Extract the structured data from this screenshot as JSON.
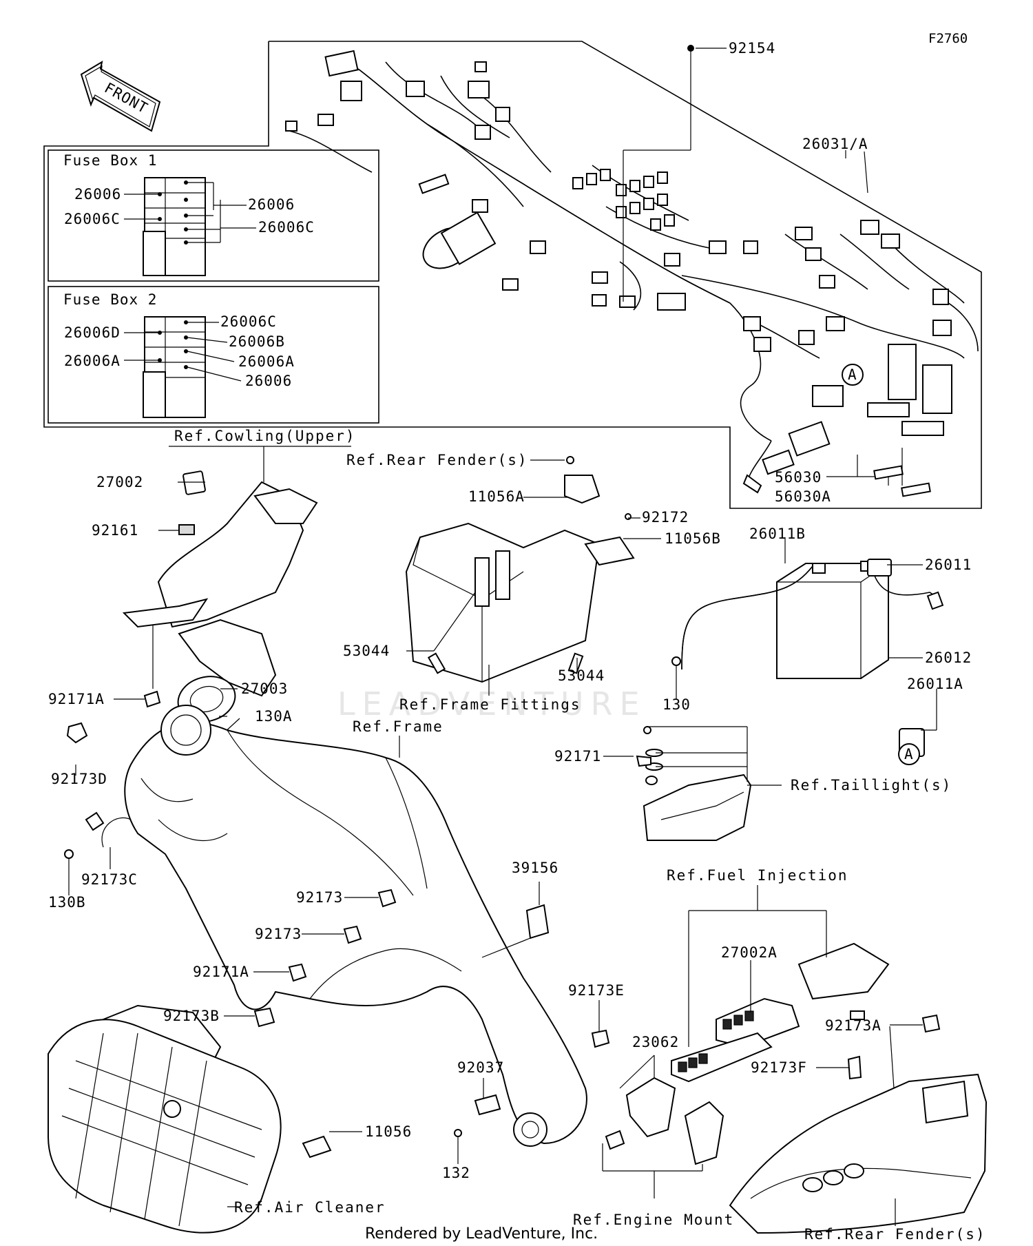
{
  "figure_id": "F2760",
  "front_arrow_label": "FRONT",
  "watermark": "LEADVENTURE",
  "credit": "Rendered by LeadVenture, Inc.",
  "fuse_box_1": {
    "title": "Fuse Box 1",
    "labels": [
      "26006",
      "26006C",
      "26006",
      "26006C"
    ]
  },
  "fuse_box_2": {
    "title": "Fuse Box 2",
    "labels": [
      "26006D",
      "26006A",
      "26006C",
      "26006B",
      "26006A",
      "26006"
    ]
  },
  "callout_A": "A",
  "parts": {
    "p92154": "92154",
    "p26031A": "26031/A",
    "p56030": "56030",
    "p56030A": "56030A",
    "p27002": "27002",
    "p92161": "92161",
    "p92171A_top": "92171A",
    "p27003": "27003",
    "p130A": "130A",
    "p11056A": "11056A",
    "p92172": "92172",
    "p11056B": "11056B",
    "p53044_left": "53044",
    "p53044_right": "53044",
    "p26011B": "26011B",
    "p26011": "26011",
    "p26012": "26012",
    "p130": "130",
    "p26011A": "26011A",
    "p92171": "92171",
    "p92173D": "92173D",
    "p92173C": "92173C",
    "p130B": "130B",
    "p39156": "39156",
    "p92173_a": "92173",
    "p92173_b": "92173",
    "p92171A_mid": "92171A",
    "p92173B": "92173B",
    "p92173E": "92173E",
    "p92037": "92037",
    "p11056": "11056",
    "p132": "132",
    "p23062": "23062",
    "p27002A": "27002A",
    "p92173A": "92173A",
    "p92173F": "92173F"
  },
  "references": {
    "cowling_upper": "Ref.Cowling(Upper)",
    "rear_fender_top": "Ref.Rear Fender(s)",
    "frame_fittings": "Ref.Frame Fittings",
    "frame": "Ref.Frame",
    "taillight": "Ref.Taillight(s)",
    "fuel_injection": "Ref.Fuel Injection",
    "air_cleaner": "Ref.Air Cleaner",
    "engine_mount": "Ref.Engine Mount",
    "rear_fender_bottom": "Ref.Rear Fender(s)"
  }
}
